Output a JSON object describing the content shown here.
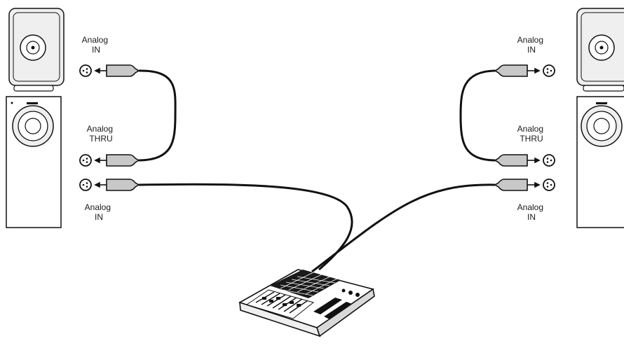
{
  "labels": {
    "left_top_in": [
      "Analog",
      "IN"
    ],
    "left_thru": [
      "Analog",
      "THRU"
    ],
    "left_bottom_in": [
      "Analog",
      "IN"
    ],
    "right_top_in": [
      "Analog",
      "IN"
    ],
    "right_thru": [
      "Analog",
      "THRU"
    ],
    "right_bottom_in": [
      "Analog",
      "IN"
    ]
  },
  "icons": {
    "speaker": "studio-monitor-speaker",
    "subwoofer": "subwoofer",
    "xlr": "xlr-connector",
    "mixer": "mixing-console"
  },
  "colors": {
    "line": "#111111",
    "connector_fill": "#c8c8c8",
    "speaker_fill": "#efefef",
    "background": "#ffffff"
  }
}
